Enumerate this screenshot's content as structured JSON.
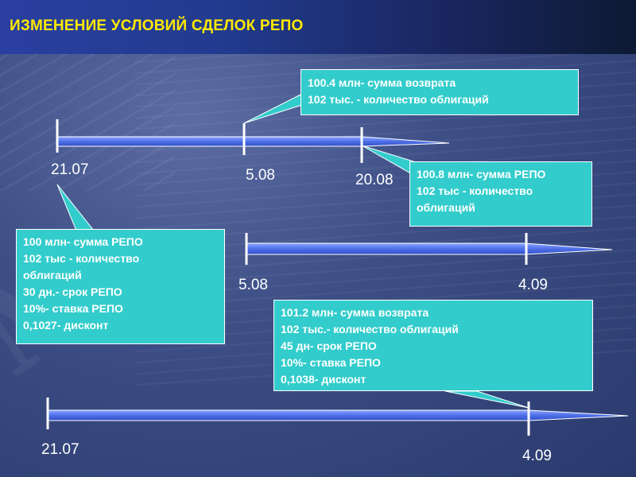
{
  "title": "ИЗМЕНЕНИЕ УСЛОВИЙ СДЕЛОК РЕПО",
  "timeline1": {
    "dates": [
      "21.07",
      "5.08",
      "20.08"
    ]
  },
  "timeline2": {
    "dates": [
      "5.08",
      "4.09"
    ]
  },
  "timeline3": {
    "dates": [
      "21.07",
      "4.09"
    ]
  },
  "box_top": {
    "lines": [
      "100.4 млн- сумма возврата",
      "102 тыс. - количество облигаций"
    ]
  },
  "box_right": {
    "lines": [
      "100.8 млн- сумма РЕПО",
      "102 тыс - количество",
      "облигаций"
    ]
  },
  "box_left": {
    "lines": [
      "100 млн- сумма РЕПО",
      "102 тыс - количество",
      "облигаций",
      "30 дн.- срок РЕПО",
      "10%- ставка РЕПО",
      "0,1027- дисконт"
    ]
  },
  "box_mid": {
    "lines": [
      "101.2 млн- сумма возврата",
      "102 тыс.- количество облигаций",
      "45 дн- срок РЕПО",
      "10%- ставка РЕПО",
      "0,1038- дисконт"
    ]
  },
  "colors": {
    "title": "#ffe900",
    "box_fill": "#33cccc",
    "bar": "#5b7cf0"
  }
}
